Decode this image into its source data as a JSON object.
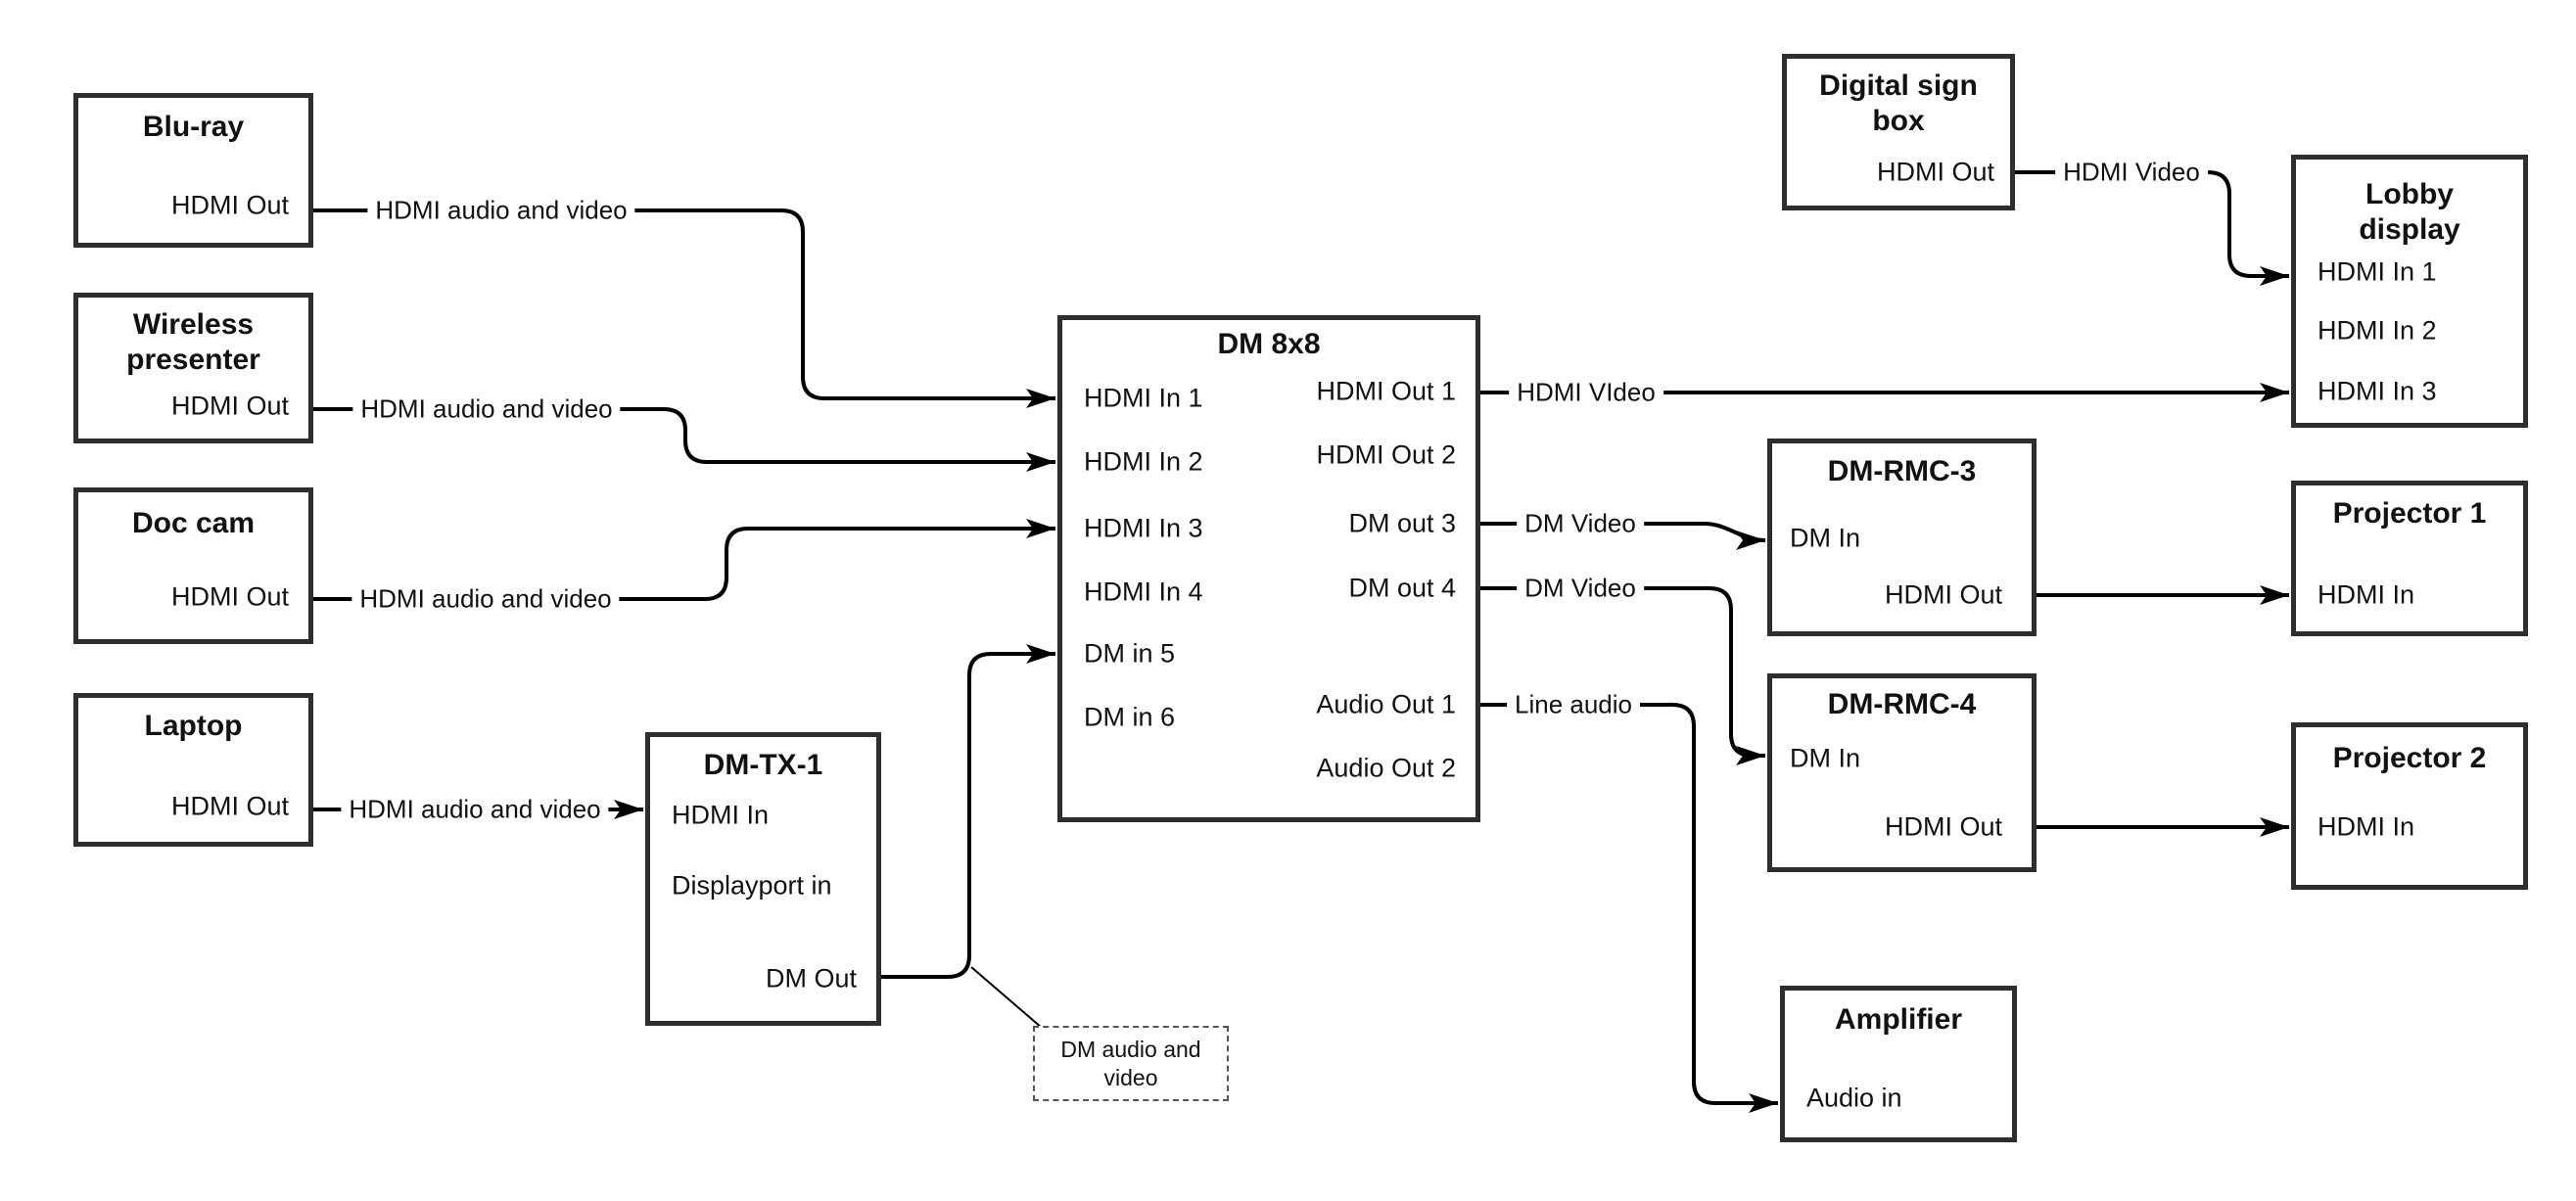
{
  "boxes": {
    "bluray": {
      "title": "Blu-ray",
      "port_hdmi_out": "HDMI Out"
    },
    "wireless_presenter": {
      "title": "Wireless\npresenter",
      "port_hdmi_out": "HDMI Out"
    },
    "doc_cam": {
      "title": "Doc cam",
      "port_hdmi_out": "HDMI Out"
    },
    "laptop": {
      "title": "Laptop",
      "port_hdmi_out": "HDMI Out"
    },
    "dm_tx_1": {
      "title": "DM-TX-1",
      "port_hdmi_in": "HDMI In",
      "port_displayport_in": "Displayport in",
      "port_dm_out": "DM Out"
    },
    "dm_8x8": {
      "title": "DM 8x8",
      "inputs": [
        "HDMI In 1",
        "HDMI In 2",
        "HDMI In 3",
        "HDMI In 4",
        "DM in 5",
        "DM in 6"
      ],
      "outputs": [
        "HDMI Out 1",
        "HDMI Out 2",
        "DM out 3",
        "DM out 4",
        "Audio Out 1",
        "Audio Out 2"
      ]
    },
    "digital_sign_box": {
      "title": "Digital sign\nbox",
      "port_hdmi_out": "HDMI Out"
    },
    "lobby_display": {
      "title": "Lobby\ndisplay",
      "ports": [
        "HDMI In 1",
        "HDMI In 2",
        "HDMI In 3"
      ]
    },
    "dm_rmc_3": {
      "title": "DM-RMC-3",
      "port_dm_in": "DM In",
      "port_hdmi_out": "HDMI Out"
    },
    "dm_rmc_4": {
      "title": "DM-RMC-4",
      "port_dm_in": "DM In",
      "port_hdmi_out": "HDMI Out"
    },
    "projector_1": {
      "title": "Projector 1",
      "port_hdmi_in": "HDMI In"
    },
    "projector_2": {
      "title": "Projector 2",
      "port_hdmi_in": "HDMI In"
    },
    "amplifier": {
      "title": "Amplifier",
      "port_audio_in": "Audio in"
    }
  },
  "connection_labels": {
    "bluray_to_dm": "HDMI audio and video",
    "wireless_to_dm": "HDMI audio and video",
    "doccam_to_dm": "HDMI audio and video",
    "laptop_to_tx": "HDMI audio and video",
    "sign_to_lobby": "HDMI Video",
    "out1_to_lobby": "HDMI VIdeo",
    "out3_to_rmc3": "DM Video",
    "out4_to_rmc4": "DM Video",
    "audio1_to_amp": "Line audio",
    "callout": "DM audio and\nvideo"
  },
  "colors": {
    "background": "#ffffff",
    "line": "#000000",
    "box_border": "#2e2e2e",
    "text": "#111111"
  }
}
